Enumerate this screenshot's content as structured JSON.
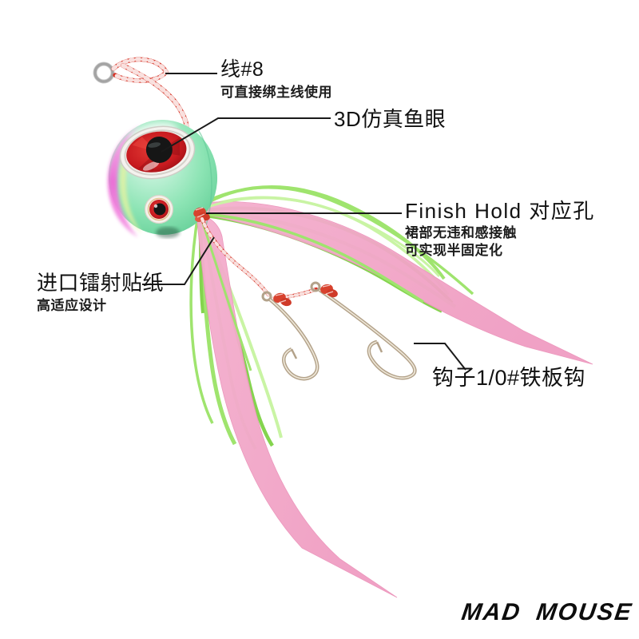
{
  "brand": {
    "name": "MAD MOUSE"
  },
  "annotations": {
    "line8": {
      "title": "线#8",
      "subtitle": "可直接绑主线使用"
    },
    "eye": {
      "title": "3D仿真鱼眼"
    },
    "finish_hold": {
      "title": "Finish Hold 对应孔",
      "desc1": "裙部无违和感接触",
      "desc2": "可实现半固定化"
    },
    "sticker": {
      "title": "进口镭射贴纸",
      "subtitle": "高适应设计"
    },
    "hook": {
      "title": "钩子1/0#铁板钩"
    }
  },
  "colors": {
    "head_green": "#8ce4b4",
    "head_green_light": "#dcf8ea",
    "head_magenta": "#ef6cd8",
    "eye_red": "#c81a1f",
    "pupil_black": "#161616",
    "skirt_green": "#9fe46e",
    "skirt_green_light": "#c9f4a4",
    "skirt_green_dark": "#84d44e",
    "tail_pink": "#f4afce",
    "tail_pink_deep": "#eb93ba",
    "braid_red": "#d63427",
    "hook_silver": "#b3a28a",
    "ring_silver": "#a3a3a3",
    "callout_black": "#1a1a1a"
  }
}
